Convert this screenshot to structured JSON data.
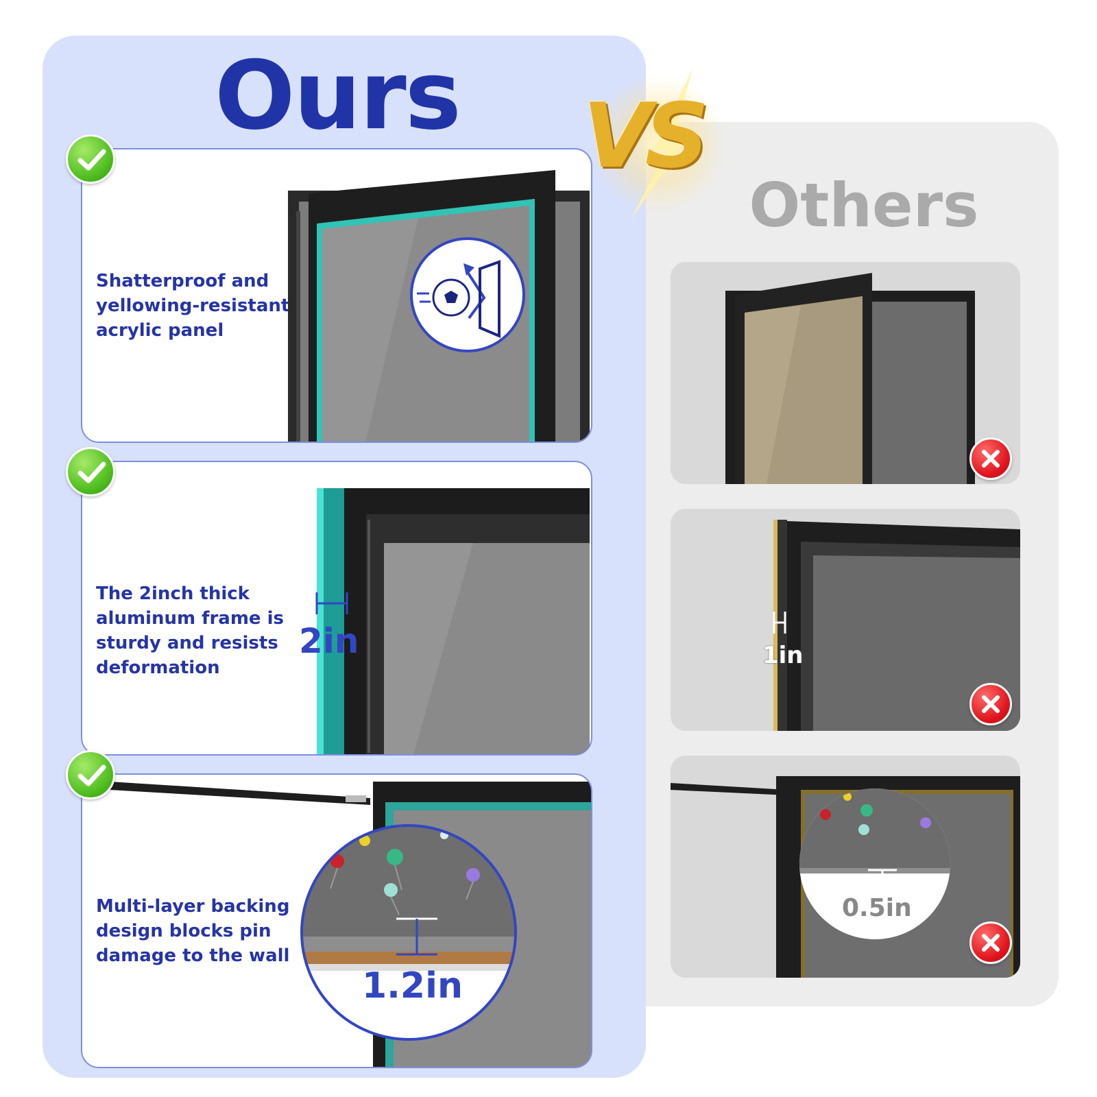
{
  "ours": {
    "title": "Ours",
    "features": [
      {
        "text": "Shatterproof and yellowing-resistant acrylic panel"
      },
      {
        "text": "The 2inch thick aluminum frame is sturdy and resists deformation",
        "measure": "2in"
      },
      {
        "text": "Multi-layer backing design blocks pin damage to the wall",
        "measure": "1.2in"
      }
    ]
  },
  "vs": {
    "label": "VS"
  },
  "others": {
    "title": "Others",
    "items": [
      {
        "measure": ""
      },
      {
        "measure": "1in"
      },
      {
        "measure": "0.5in"
      }
    ]
  },
  "colors": {
    "ours_title": "#2034a8",
    "feature_text": "#2534a6",
    "ours_panel": "#d8e1fb",
    "others_panel": "#ededed",
    "others_title": "#aaaaaa",
    "glow_cyan": "#35e0d0",
    "glow_gold": "#d9b23a",
    "check_green": "#4ebd1e",
    "cross_red": "#e0141c"
  }
}
